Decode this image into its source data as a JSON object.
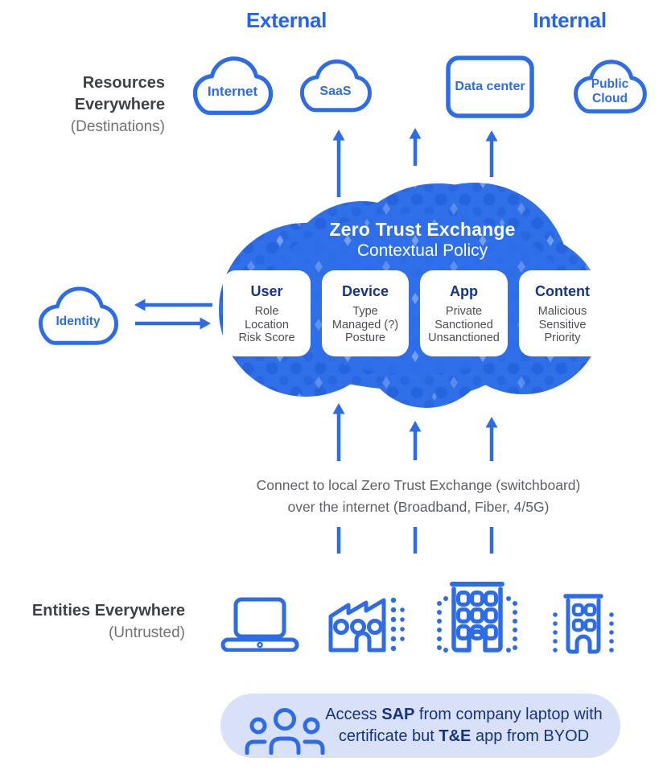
{
  "colors": {
    "primary_blue": "#2d6ce9",
    "header_blue": "#2465ef",
    "exchange_cloud_fill": "#2f6fe8",
    "exchange_cloud_dot": "#1e5ad6",
    "card_title_navy": "#15368c",
    "card_body_gray": "#4b4f55",
    "label_dark_gray": "#3e4247",
    "label_light_gray": "#6f7377",
    "note_gray": "#5d6166",
    "callout_bg": "#d8e1f8",
    "callout_text_navy": "#16337f"
  },
  "headers": {
    "external": "External",
    "internal": "Internal"
  },
  "resources_label": {
    "title": "Resources Everywhere",
    "subtitle": "(Destinations)"
  },
  "resources": {
    "internet": "Internet",
    "saas": "SaaS",
    "datacenter": "Data center",
    "public_cloud_line1": "Public",
    "public_cloud_line2": "Cloud"
  },
  "identity_label": "Identity",
  "exchange": {
    "title": "Zero Trust Exchange",
    "subtitle": "Contextual Policy",
    "cards": [
      {
        "title": "User",
        "items": [
          "Role",
          "Location",
          "Risk Score"
        ]
      },
      {
        "title": "Device",
        "items": [
          "Type",
          "Managed (?)",
          "Posture"
        ]
      },
      {
        "title": "App",
        "items": [
          "Private",
          "Sanctioned",
          "Unsanctioned"
        ]
      },
      {
        "title": "Content",
        "items": [
          "Malicious",
          "Sensitive",
          "Priority"
        ]
      }
    ]
  },
  "connect_note": {
    "line1": "Connect to local Zero Trust Exchange (switchboard)",
    "line2": "over the internet (Broadband, Fiber, 4/5G)"
  },
  "entities_label": {
    "title": "Entities Everywhere",
    "subtitle": "(Untrusted)"
  },
  "icons": {
    "resources": [
      "internet-cloud-icon",
      "saas-cloud-icon",
      "data-center-icon",
      "public-cloud-icon"
    ],
    "identity": "identity-cloud-icon",
    "entities": [
      "laptop-icon",
      "factory-icon",
      "office-building-icon",
      "branch-building-icon"
    ],
    "callout": "people-group-icon"
  },
  "callout": {
    "line1": {
      "pre": "Access ",
      "bold": "SAP",
      "post": " from company laptop with"
    },
    "line2": {
      "pre": "certificate but ",
      "bold": "T&E",
      "post": " app from BYOD"
    }
  }
}
